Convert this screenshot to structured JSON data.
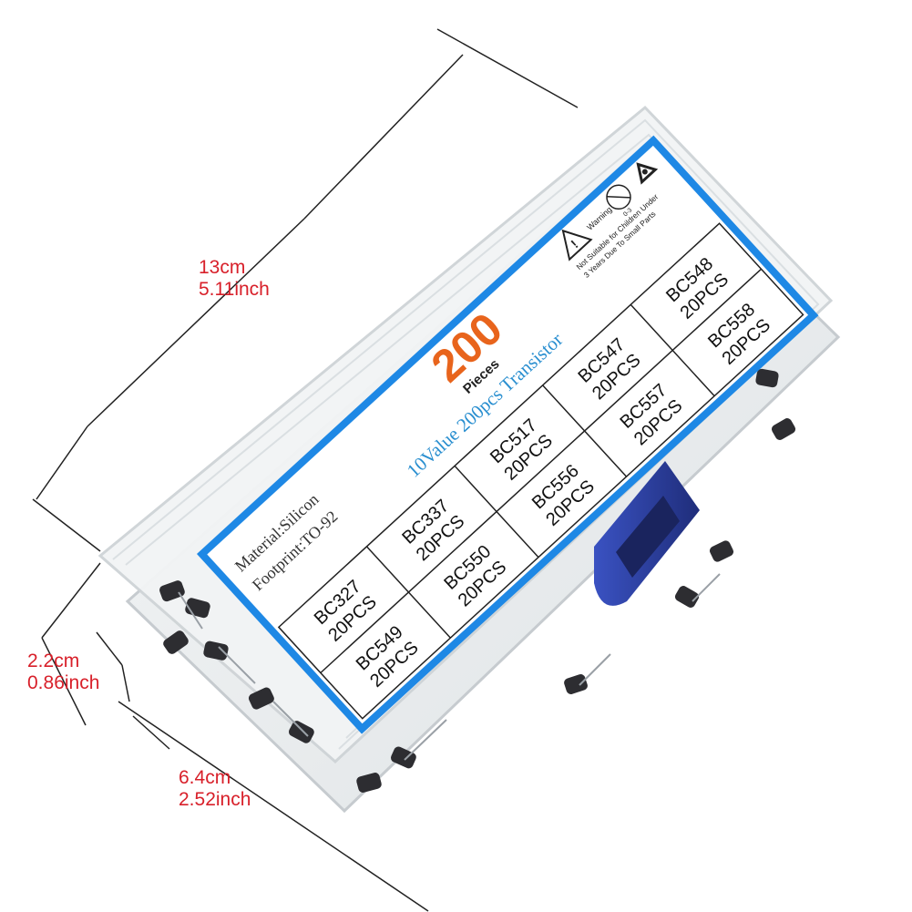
{
  "dimensions": {
    "length": {
      "metric": "13cm",
      "imperial": "5.11inch"
    },
    "height": {
      "metric": "2.2cm",
      "imperial": "0.86inch"
    },
    "width": {
      "metric": "6.4cm",
      "imperial": "2.52inch"
    }
  },
  "label": {
    "count": "200",
    "pieces": "Pieces",
    "subtitle": "10Value 200pcs Transistor",
    "material": "Material:Silicon",
    "footprint": "Footprint:TO-92",
    "warning_title": "Warning",
    "warning_line1": "Not Suitable for Children Under",
    "warning_line2": "3 Years Due To Small Parts",
    "age_mark": "0-3",
    "grid": [
      [
        {
          "name": "BC548",
          "qty": "20PCS"
        },
        {
          "name": "BC558",
          "qty": "20PCS"
        }
      ],
      [
        {
          "name": "BC547",
          "qty": "20PCS"
        },
        {
          "name": "BC557",
          "qty": "20PCS"
        }
      ],
      [
        {
          "name": "BC517",
          "qty": "20PCS"
        },
        {
          "name": "BC556",
          "qty": "20PCS"
        }
      ],
      [
        {
          "name": "BC337",
          "qty": "20PCS"
        },
        {
          "name": "BC550",
          "qty": "20PCS"
        }
      ],
      [
        {
          "name": "BC327",
          "qty": "20PCS"
        },
        {
          "name": "BC549",
          "qty": "20PCS"
        }
      ]
    ]
  },
  "colors": {
    "dimension_text": "#d8202a",
    "label_border": "#1e88e5",
    "count_text": "#e8641c",
    "subtitle_text": "#2a8fd0",
    "latch": "#2c3f9e"
  }
}
